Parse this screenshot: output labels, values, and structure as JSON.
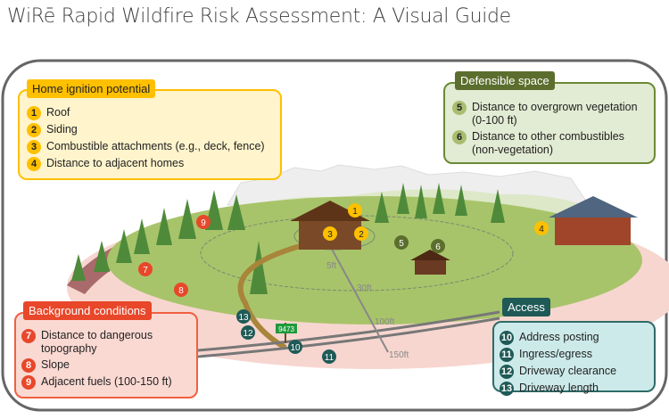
{
  "title": "WiRē Rapid Wildfire Risk Assessment: A Visual Guide",
  "colors": {
    "home": "#ffc000",
    "defensible": "#5b6e2d",
    "background": "#e8472a",
    "access": "#1f5a57"
  },
  "panels": {
    "home_ignition": {
      "title": "Home ignition potential",
      "items": [
        {
          "n": "1",
          "text": "Roof"
        },
        {
          "n": "2",
          "text": "Siding"
        },
        {
          "n": "3",
          "text": "Combustible attachments (e.g., deck, fence)"
        },
        {
          "n": "4",
          "text": "Distance to adjacent homes"
        }
      ]
    },
    "defensible_space": {
      "title": "Defensible space",
      "items": [
        {
          "n": "5",
          "text": "Distance to overgrown vegetation (0-100 ft)"
        },
        {
          "n": "6",
          "text": "Distance to other combustibles (non-vegetation)"
        }
      ]
    },
    "background": {
      "title": "Background conditions",
      "items": [
        {
          "n": "7",
          "text": "Distance to dangerous topography"
        },
        {
          "n": "8",
          "text": "Slope"
        },
        {
          "n": "9",
          "text": "Adjacent fuels (100-150 ft)"
        }
      ]
    },
    "access": {
      "title": "Access",
      "items": [
        {
          "n": "10",
          "text": "Address posting"
        },
        {
          "n": "11",
          "text": "Ingress/egress"
        },
        {
          "n": "12",
          "text": "Driveway clearance"
        },
        {
          "n": "13",
          "text": "Driveway length"
        }
      ]
    }
  },
  "scene": {
    "distances": [
      "5ft",
      "30ft",
      "100ft",
      "150ft"
    ],
    "address_sign": "9473",
    "markers": [
      "1",
      "2",
      "3",
      "4",
      "5",
      "6",
      "7",
      "8",
      "9",
      "10",
      "11",
      "12",
      "13"
    ]
  }
}
